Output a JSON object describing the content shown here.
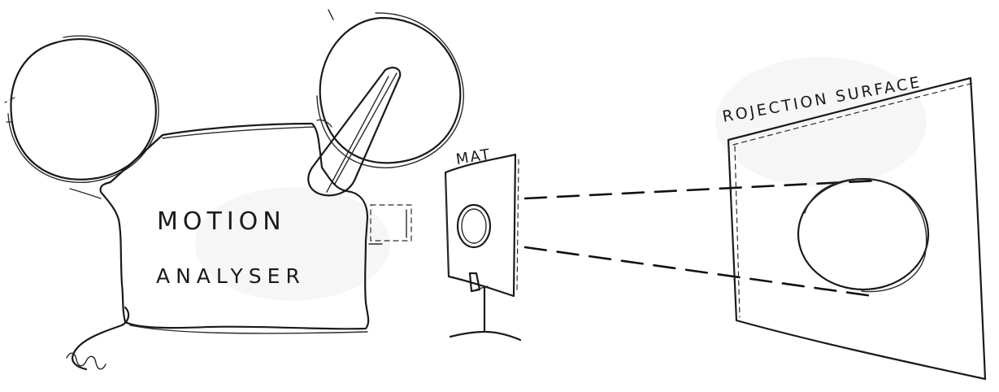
{
  "labels": {
    "analyser_line1": "MOTION",
    "analyser_line2": "ANALYSER",
    "mat": "MAT",
    "surface": "ROJECTION SURFACE"
  },
  "colors": {
    "ink": "#1a1a1a",
    "paper": "#ffffff"
  }
}
